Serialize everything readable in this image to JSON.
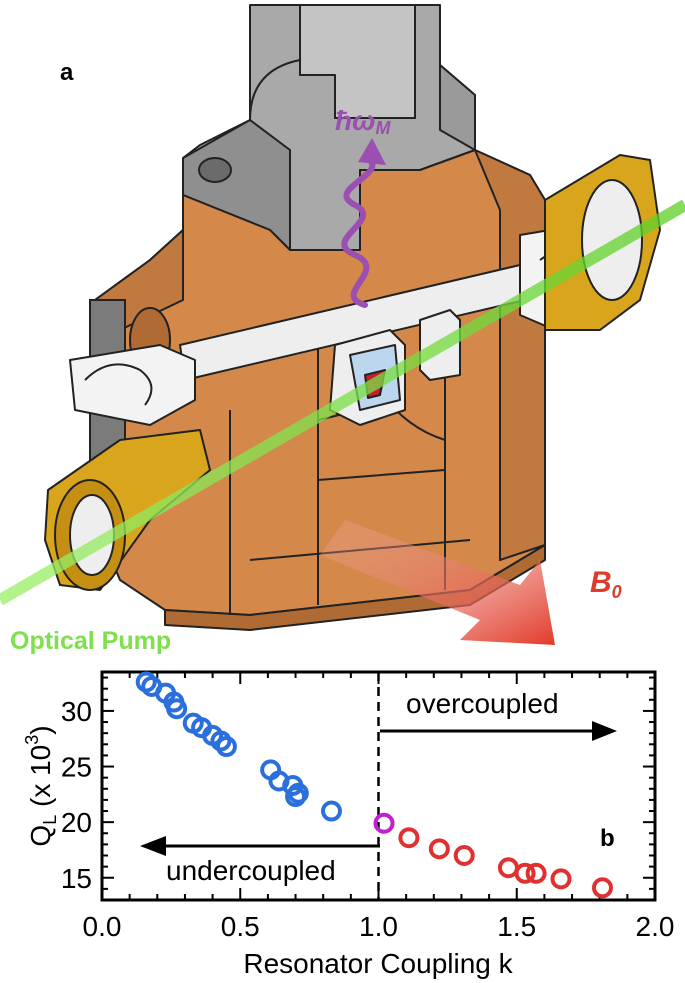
{
  "panel_a": {
    "label": "a",
    "photon_label_hbar": "ħ",
    "photon_label_omega": "ω",
    "photon_label_sub": "M",
    "field_label": "B",
    "field_label_sub": "0",
    "pump_label": "Optical Pump",
    "colors": {
      "copper": "#d4884a",
      "copper_dark": "#b06a33",
      "grey": "#a9a9a9",
      "gold": "#d9a51c",
      "laser": "#7ee04a",
      "photon": "#9b4fb0",
      "field": "#e23a2a"
    }
  },
  "panel_b": {
    "label": "b",
    "annotation_over": "overcoupled",
    "annotation_under": "undercoupled",
    "critical_k": 1.0
  },
  "chart_data": {
    "type": "scatter",
    "xlabel": "Resonator Coupling k",
    "ylabel": "Q",
    "ylabel_sub": "L",
    "ylabel_rest": " (x 10",
    "ylabel_sup": "3",
    "ylabel_end": ")",
    "xlim": [
      0.0,
      2.0
    ],
    "ylim": [
      13,
      33.5
    ],
    "xticks": [
      "0.0",
      "0.5",
      "1.0",
      "1.5",
      "2.0"
    ],
    "yticks": [
      "15",
      "20",
      "25",
      "30"
    ],
    "series": [
      {
        "color": "#2a6fdb",
        "points": [
          [
            0.16,
            32.6
          ],
          [
            0.18,
            32.2
          ],
          [
            0.23,
            31.6
          ],
          [
            0.26,
            30.8
          ],
          [
            0.27,
            30.2
          ],
          [
            0.33,
            28.9
          ],
          [
            0.36,
            28.5
          ],
          [
            0.4,
            27.8
          ],
          [
            0.43,
            27.3
          ],
          [
            0.45,
            26.8
          ],
          [
            0.61,
            24.7
          ],
          [
            0.64,
            23.7
          ],
          [
            0.69,
            23.3
          ],
          [
            0.71,
            22.6
          ],
          [
            0.7,
            22.3
          ],
          [
            0.83,
            21.0
          ]
        ]
      },
      {
        "color": "#c020d0",
        "points": [
          [
            1.02,
            19.9
          ]
        ]
      },
      {
        "color": "#e03030",
        "points": [
          [
            1.11,
            18.6
          ],
          [
            1.22,
            17.6
          ],
          [
            1.31,
            17.0
          ],
          [
            1.47,
            15.9
          ],
          [
            1.53,
            15.4
          ],
          [
            1.57,
            15.4
          ],
          [
            1.66,
            14.9
          ],
          [
            1.81,
            14.1
          ]
        ]
      }
    ]
  }
}
